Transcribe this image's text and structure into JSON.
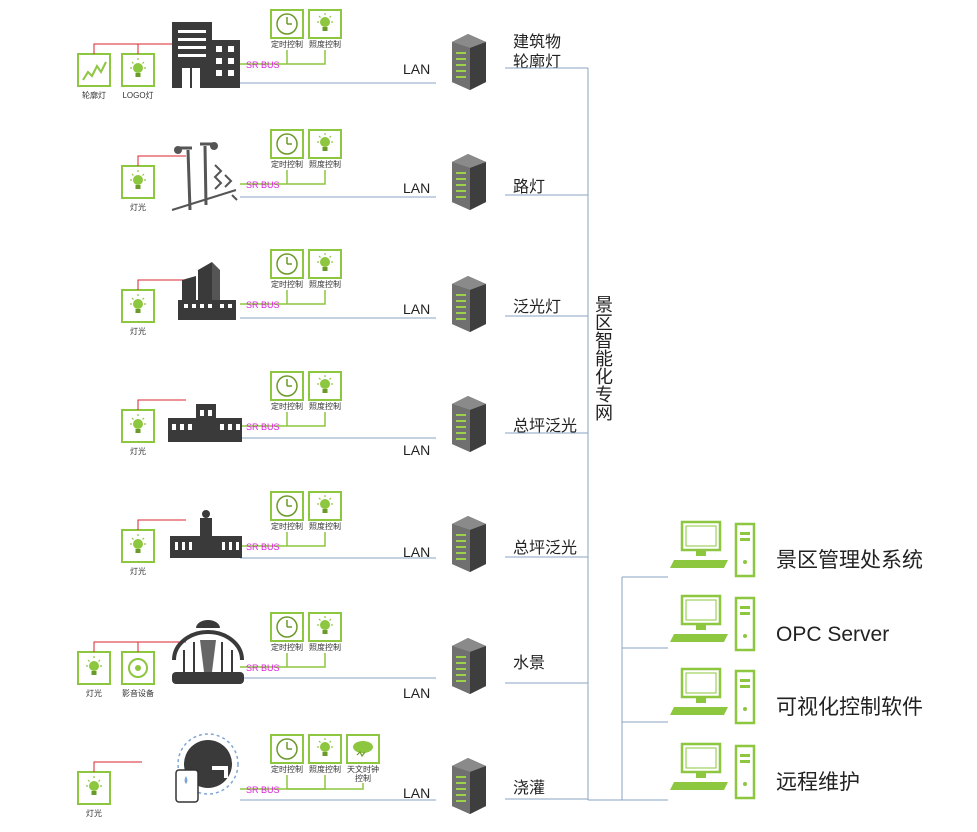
{
  "network_label": "景区智能化专网",
  "bus_label": "SR BUS",
  "lan_label": "LAN",
  "timer_label": "定时控制",
  "lux_label": "照度控制",
  "astro_label": "天文时钟控制",
  "rows": [
    {
      "name_line1": "建筑物",
      "name_line2": "轮廓灯",
      "sensors": [
        "轮廓灯",
        "LOGO灯"
      ]
    },
    {
      "name_line1": "路灯",
      "name_line2": "",
      "sensors": [
        "灯光"
      ]
    },
    {
      "name_line1": "泛光灯",
      "name_line2": "",
      "sensors": [
        "灯光"
      ]
    },
    {
      "name_line1": "总坪泛光",
      "name_line2": "",
      "sensors": [
        "灯光"
      ]
    },
    {
      "name_line1": "总坪泛光",
      "name_line2": "",
      "sensors": [
        "灯光"
      ]
    },
    {
      "name_line1": "水景",
      "name_line2": "",
      "sensors": [
        "灯光",
        "影音设备"
      ]
    },
    {
      "name_line1": "浇灌",
      "name_line2": "",
      "sensors": [
        "灯光"
      ]
    }
  ],
  "workstations": [
    "景区管理处系统",
    "OPC Server",
    "可视化控制软件",
    "远程维护"
  ],
  "colors": {
    "green": "#8dc63f",
    "red": "#d9232d",
    "blue": "#8aa3c2",
    "magenta": "#e020e0"
  }
}
